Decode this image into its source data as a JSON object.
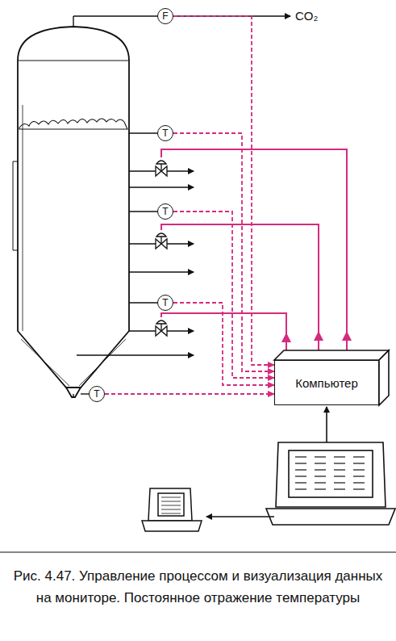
{
  "diagram": {
    "caption": "Рис. 4.47. Управление процессом и визуализация данных на мониторе. Постоянное отражение температуры",
    "nodes": [
      {
        "text": [
          "F"
        ]
      },
      {
        "text": [
          "T"
        ]
      },
      {
        "text": [
          "T"
        ]
      },
      {
        "text": [
          "T"
        ]
      },
      {
        "text": [
          "T"
        ]
      },
      {
        "text": [
          "Компьютер"
        ]
      }
    ],
    "edges": [
      {
        "from": 0,
        "to": 5,
        "arrow": "to"
      },
      {
        "from": 1,
        "to": 5,
        "arrow": "to"
      },
      {
        "from": 2,
        "to": 5,
        "arrow": "to"
      },
      {
        "from": 3,
        "to": 5,
        "arrow": "to"
      },
      {
        "from": 4,
        "to": 5,
        "arrow": "to"
      }
    ],
    "labels": [
      "CO₂"
    ]
  }
}
